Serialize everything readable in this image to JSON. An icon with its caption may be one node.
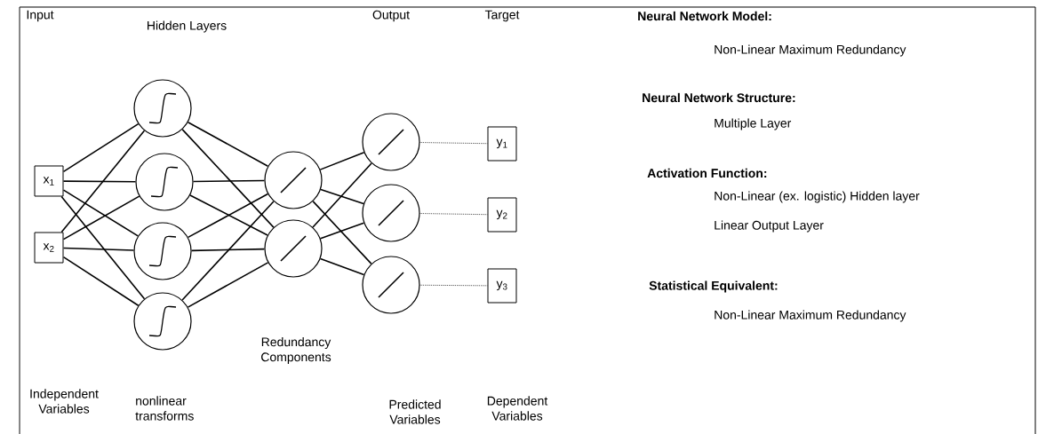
{
  "diagram": {
    "nodes": [
      {
        "text": [
          "x$_{1}$"
        ]
      },
      {
        "text": [
          "x$_{2}$"
        ]
      },
      {
        "text": [],
        "shape": "circle"
      },
      {
        "text": [],
        "shape": "circle"
      },
      {
        "text": [],
        "shape": "circle"
      },
      {
        "text": [],
        "shape": "circle"
      },
      {
        "text": [],
        "shape": "circle"
      },
      {
        "text": [],
        "shape": "circle"
      },
      {
        "text": [],
        "shape": "circle"
      },
      {
        "text": [],
        "shape": "circle"
      },
      {
        "text": [],
        "shape": "circle"
      },
      {
        "text": [
          "y$_{1}$"
        ]
      },
      {
        "text": [
          "y$_{2}$"
        ]
      },
      {
        "text": [
          "y$_{3}$"
        ]
      }
    ],
    "edges": [
      {
        "from": 0,
        "to": 2,
        "arrow": "none"
      },
      {
        "from": 0,
        "to": 3,
        "arrow": "none"
      },
      {
        "from": 0,
        "to": 4,
        "arrow": "none"
      },
      {
        "from": 0,
        "to": 5,
        "arrow": "none"
      },
      {
        "from": 1,
        "to": 2,
        "arrow": "none"
      },
      {
        "from": 1,
        "to": 3,
        "arrow": "none"
      },
      {
        "from": 1,
        "to": 4,
        "arrow": "none"
      },
      {
        "from": 1,
        "to": 5,
        "arrow": "none"
      },
      {
        "from": 2,
        "to": 6,
        "arrow": "none"
      },
      {
        "from": 2,
        "to": 7,
        "arrow": "none"
      },
      {
        "from": 3,
        "to": 6,
        "arrow": "none"
      },
      {
        "from": 3,
        "to": 7,
        "arrow": "none"
      },
      {
        "from": 4,
        "to": 6,
        "arrow": "none"
      },
      {
        "from": 4,
        "to": 7,
        "arrow": "none"
      },
      {
        "from": 5,
        "to": 6,
        "arrow": "none"
      },
      {
        "from": 5,
        "to": 7,
        "arrow": "none"
      },
      {
        "from": 6,
        "to": 8,
        "arrow": "none"
      },
      {
        "from": 6,
        "to": 9,
        "arrow": "none"
      },
      {
        "from": 6,
        "to": 10,
        "arrow": "none"
      },
      {
        "from": 7,
        "to": 8,
        "arrow": "none"
      },
      {
        "from": 7,
        "to": 9,
        "arrow": "none"
      },
      {
        "from": 7,
        "to": 10,
        "arrow": "none"
      },
      {
        "from": 8,
        "to": 11,
        "arrow": "none",
        "style": "dashed"
      },
      {
        "from": 9,
        "to": 12,
        "arrow": "none",
        "style": "dashed"
      },
      {
        "from": 10,
        "to": 13,
        "arrow": "none",
        "style": "dashed"
      }
    ],
    "labels": [
      "Input",
      "Hidden Layers",
      "Output",
      "Target",
      "Neural Network Model:",
      "Non-Linear Maximum Redundancy",
      "Neural Network Structure:",
      "Multiple Layer",
      "Activation Function:",
      "Non-Linear (ex. logistic) Hidden layer",
      "Linear Output Layer",
      "Statistical Equivalent:",
      "Non-Linear Maximum Redundancy",
      "Redundancy Components",
      "Independent Variables",
      "nonlinear transforms",
      "Predicted Variables",
      "Dependent Variables"
    ]
  }
}
